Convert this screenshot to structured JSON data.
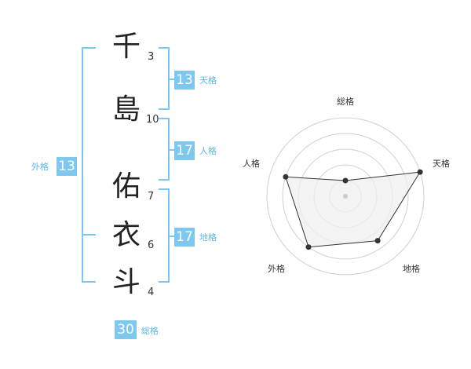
{
  "name": {
    "characters": [
      {
        "char": "千",
        "strokes": "3"
      },
      {
        "char": "島",
        "strokes": "10"
      },
      {
        "char": "佑",
        "strokes": "7"
      },
      {
        "char": "衣",
        "strokes": "6"
      },
      {
        "char": "斗",
        "strokes": "4"
      }
    ]
  },
  "fortunes": {
    "tenkaku": {
      "value": "13",
      "label": "天格"
    },
    "jinkaku": {
      "value": "17",
      "label": "人格"
    },
    "chikaku": {
      "value": "17",
      "label": "地格"
    },
    "gaikaku": {
      "value": "13",
      "label": "外格"
    },
    "soukaku": {
      "value": "30",
      "label": "総格"
    }
  },
  "chart_data": {
    "type": "radar",
    "axes": [
      "総格",
      "天格",
      "地格",
      "外格",
      "人格"
    ],
    "values": [
      0.2,
      1.0,
      0.7,
      0.8,
      0.8
    ],
    "rings": 5
  },
  "colors": {
    "accent": "#7ec8f0",
    "radar_fill": "#efefef",
    "radar_grid": "#d0d0d0",
    "radar_line": "#333333"
  }
}
